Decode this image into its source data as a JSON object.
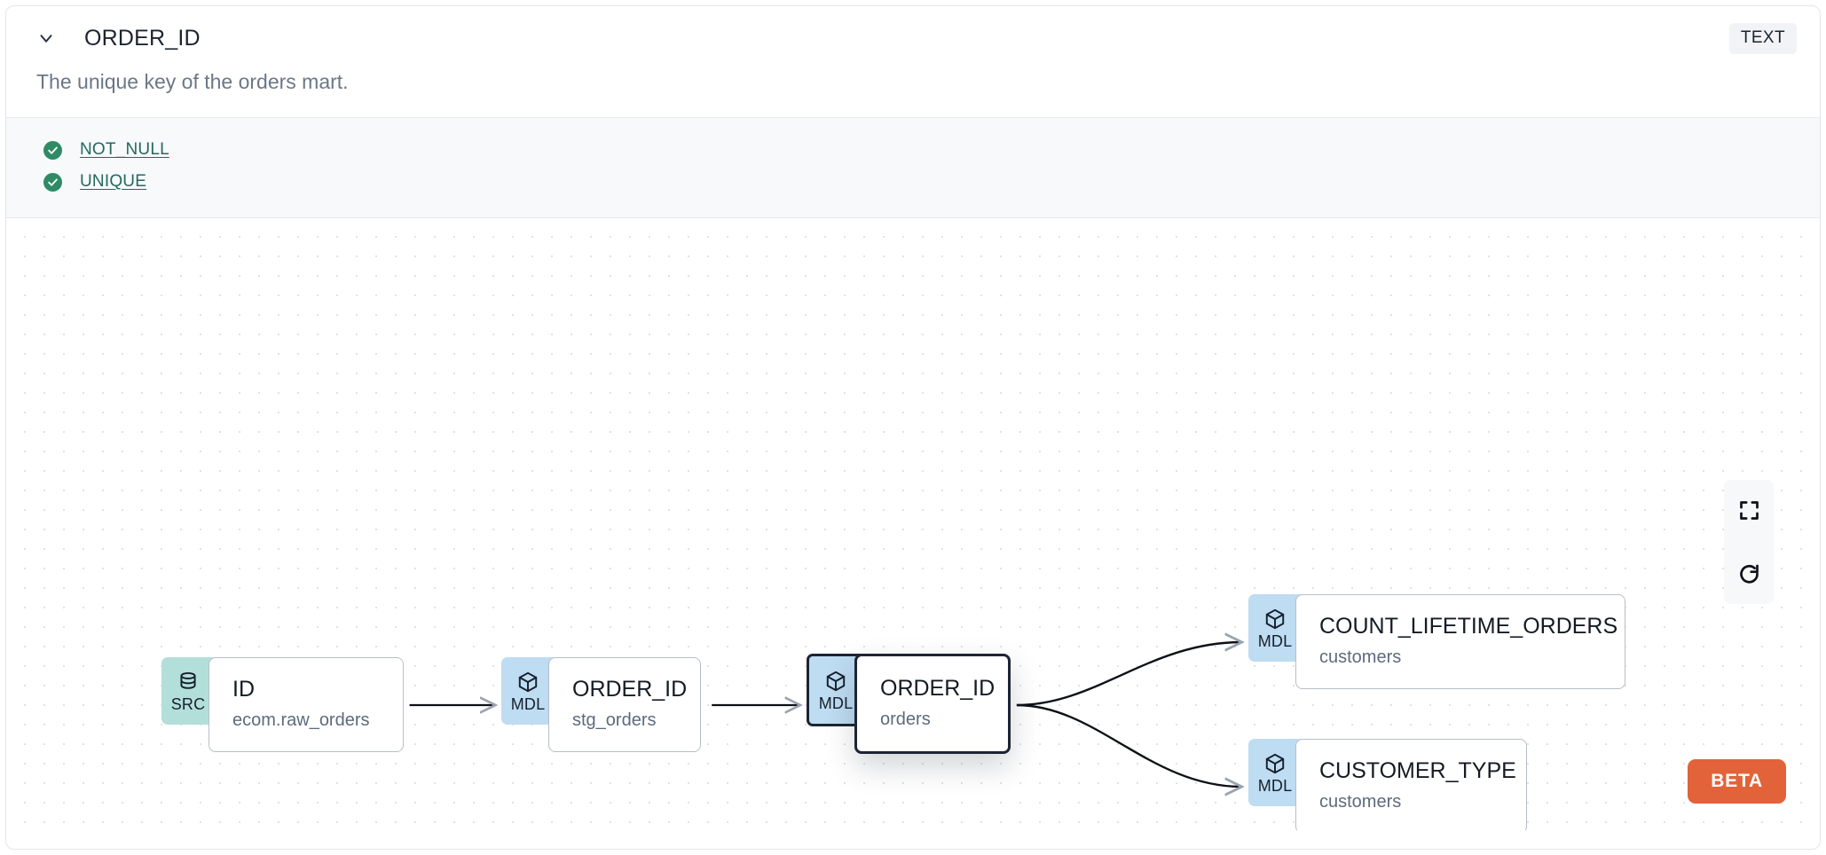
{
  "header": {
    "chevron_icon": "chevron-down-icon",
    "title": "ORDER_ID",
    "type_badge": "TEXT"
  },
  "description": "The unique key of the orders mart.",
  "tests": [
    {
      "label": "NOT_NULL",
      "status": "pass",
      "icon": "check-circle-icon"
    },
    {
      "label": "UNIQUE",
      "status": "pass",
      "icon": "check-circle-icon"
    }
  ],
  "lineage": {
    "nodes": [
      {
        "id": "src",
        "kind": "SRC",
        "kind_icon": "database-icon",
        "name": "ID",
        "source": "ecom.raw_orders",
        "selected": false
      },
      {
        "id": "stg",
        "kind": "MDL",
        "kind_icon": "cube-icon",
        "name": "ORDER_ID",
        "source": "stg_orders",
        "selected": false
      },
      {
        "id": "orders",
        "kind": "MDL",
        "kind_icon": "cube-icon",
        "name": "ORDER_ID",
        "source": "orders",
        "selected": true
      },
      {
        "id": "count",
        "kind": "MDL",
        "kind_icon": "cube-icon",
        "name": "COUNT_LIFETIME_ORDERS",
        "source": "customers",
        "selected": false
      },
      {
        "id": "custtype",
        "kind": "MDL",
        "kind_icon": "cube-icon",
        "name": "CUSTOMER_TYPE",
        "source": "customers",
        "selected": false
      }
    ],
    "edges": [
      {
        "from": "src",
        "to": "stg"
      },
      {
        "from": "stg",
        "to": "orders"
      },
      {
        "from": "orders",
        "to": "count"
      },
      {
        "from": "orders",
        "to": "custtype"
      }
    ],
    "controls": [
      {
        "name": "fit-view",
        "icon": "fullscreen-icon"
      },
      {
        "name": "reset",
        "icon": "refresh-icon"
      }
    ],
    "beta_label": "BETA"
  },
  "colors": {
    "src_badge": "#b3dfdb",
    "mdl_badge": "#bedcf2",
    "beta": "#e2633a",
    "test_pass": "#2e8b65",
    "link": "#24695c"
  }
}
